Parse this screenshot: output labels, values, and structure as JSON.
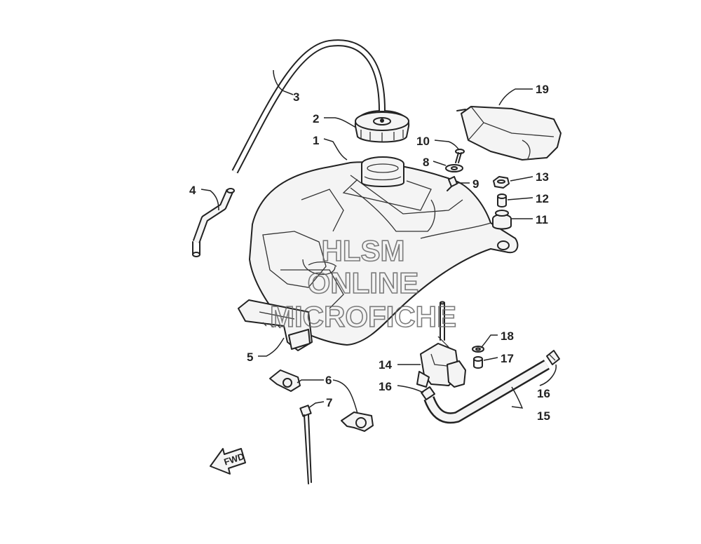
{
  "callouts": [
    "1",
    "2",
    "3",
    "4",
    "5",
    "6",
    "7",
    "8",
    "9",
    "10",
    "11",
    "12",
    "13",
    "14",
    "15",
    "16",
    "16",
    "17",
    "18",
    "19"
  ],
  "watermark": {
    "line1": "HLSM",
    "line2": "ONLINE",
    "line3": "MICROFICHE"
  },
  "direction_arrow": {
    "label": "FWD"
  }
}
